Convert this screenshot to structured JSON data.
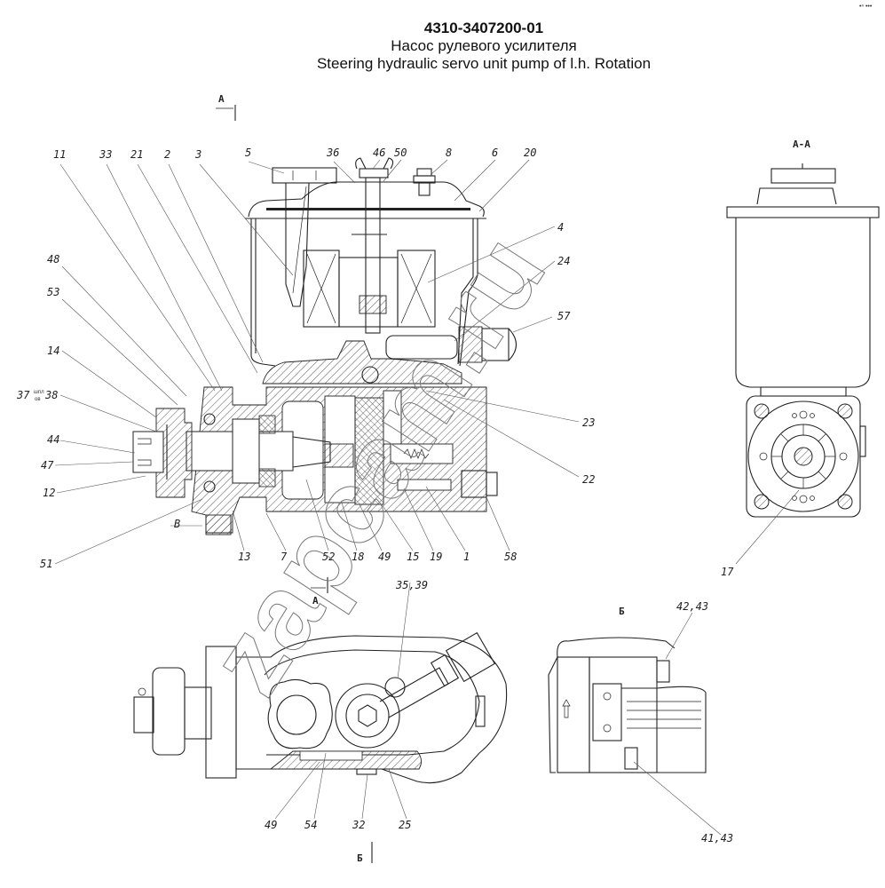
{
  "title": {
    "part_number": "4310-3407200-01",
    "name_ru": "Насос рулевого усилителя",
    "name_en": "Steering hydraulic servo unit pump of l.h. Rotation"
  },
  "corner_mark": "•ⁿ •••",
  "watermark": "zapcam.ru",
  "section_marks": {
    "a_top": "А",
    "a_bottom": "А",
    "section_view_title": "А-А",
    "view_b_title": "Б",
    "b_bottom": "Б",
    "detail_v": "В"
  },
  "callouts": {
    "top": [
      "11",
      "33",
      "21",
      "2",
      "3",
      "5",
      "36",
      "46",
      "50",
      "8",
      "6",
      "20"
    ],
    "right_main": [
      "4",
      "24",
      "57",
      "23",
      "22"
    ],
    "left_main": [
      "48",
      "53",
      "14",
      "37",
      "38",
      "44",
      "47",
      "12",
      "51"
    ],
    "left_small_note": [
      "шпл",
      "ов"
    ],
    "bottom_main": [
      "13",
      "7",
      "52",
      "18",
      "49",
      "15",
      "19",
      "1",
      "58"
    ],
    "section_aa": [
      "17"
    ],
    "lower_view": [
      "35,39",
      "49",
      "54",
      "32",
      "25"
    ],
    "view_b": [
      "42,43",
      "41,43"
    ]
  }
}
